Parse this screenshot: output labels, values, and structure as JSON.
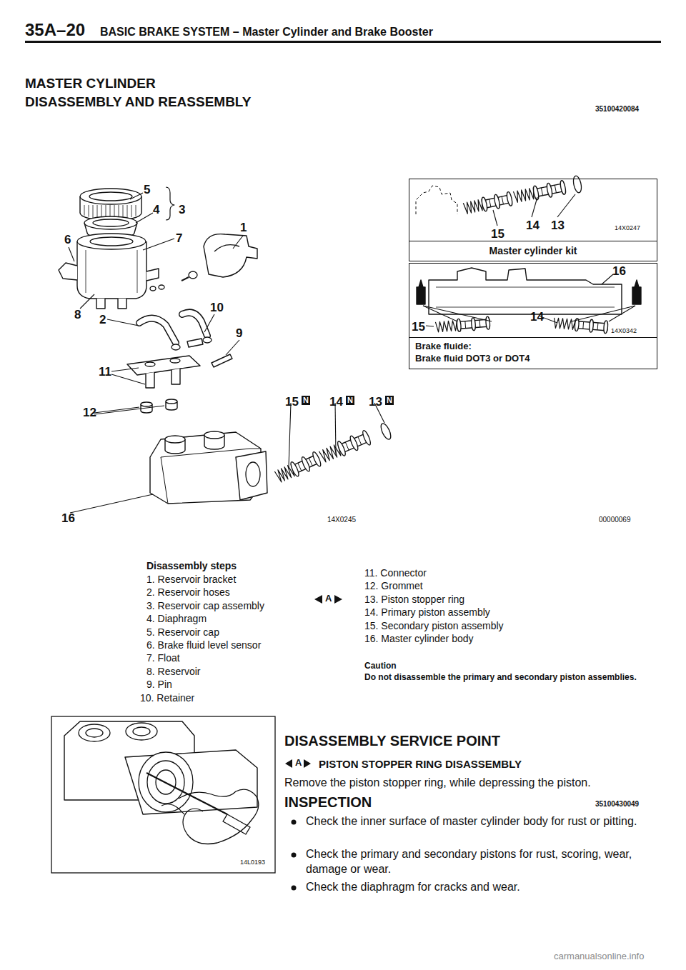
{
  "diagram": {
    "title": "MASTER CYLINDER",
    "nodes": [
      {
        "text": [
          "Master cylinder kit"
        ]
      },
      {
        "text": [
          "Brake fluide:",
          "Brake fluid DOT3 or DOT4"
        ]
      }
    ],
    "labels": [
      "35A–20",
      "BASIC BRAKE SYSTEM – Master Cylinder and Brake Booster",
      "DISASSEMBLY AND REASSEMBLY",
      "35100420084",
      "5",
      "4",
      "3",
      "1",
      "6",
      "7",
      "8",
      "2",
      "10",
      "9",
      "11",
      "15",
      "N",
      "14",
      "N",
      "13",
      "N",
      "12",
      "16",
      "14X0245",
      "15",
      "14",
      "13",
      "14X0247",
      "16",
      "14",
      "15",
      "14X0342",
      "00000069",
      "Disassembly steps",
      "1. Reservoir bracket",
      "2. Reservoir hoses",
      "3. Reservoir cap assembly",
      "4. Diaphragm",
      "5. Reservoir cap",
      "6. Brake fluid level sensor",
      "7. Float",
      "8. Reservoir",
      "9. Pin",
      "10. Retainer",
      "A",
      "11. Connector",
      "12. Grommet",
      "13. Piston stopper ring",
      "14. Primary piston assembly",
      "15. Secondary piston assembly",
      "16. Master cylinder body",
      "Caution",
      "Do not disassemble the primary and secondary piston assemblies.",
      "14L0193",
      "DISASSEMBLY SERVICE POINT",
      "A",
      "PISTON STOPPER RING DISASSEMBLY",
      "Remove the piston stopper ring, while depressing the piston.",
      "INSPECTION",
      "35100430049",
      "Check the inner surface of master cylinder body for rust or pitting.",
      "Check the primary and secondary pistons for rust, scoring, wear, damage or wear.",
      "Check the diaphragm for cracks and wear.",
      "carmanualsonline.info"
    ]
  }
}
